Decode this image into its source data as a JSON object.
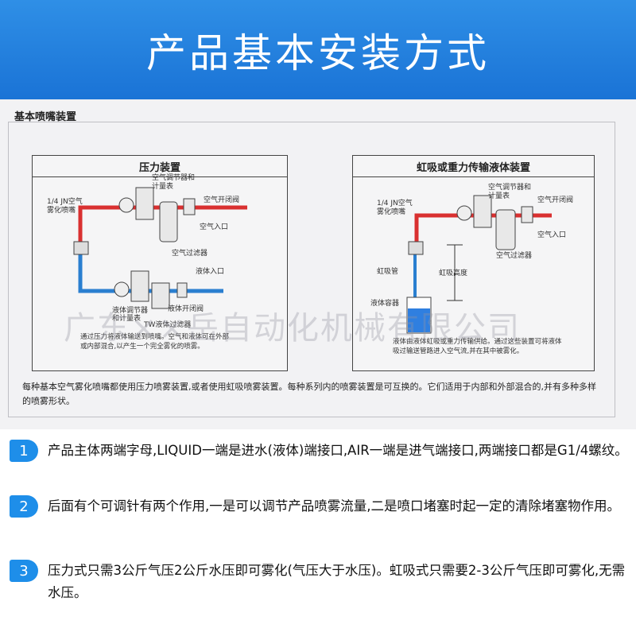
{
  "header": {
    "title": "产品基本安装方式"
  },
  "section": {
    "title": "基本喷嘴装置"
  },
  "panel_left": {
    "title": "压力装置",
    "label_nozzle": "1/4 JN空气",
    "label_nozzle2": "雾化喷嘴",
    "label_regulator": "空气调节器和",
    "label_regulator2": "计量表",
    "label_valve": "空气开闭阀",
    "label_air_in": "空气入口",
    "label_filter": "空气过滤器",
    "label_liquid_in": "液体入口",
    "label_liquid_valve": "液体开闭阀",
    "label_liquid_reg": "液体调节器",
    "label_liquid_reg2": "和计量表",
    "label_liquid_filter": "TW液体过滤器",
    "caption": "通过压力将液体输送到喷嘴。空气和液体可在外部或内部混合,以产生一个完全雾化的喷雾。"
  },
  "panel_right": {
    "title": "虹吸或重力传输液体装置",
    "label_nozzle": "1/4 JN空气",
    "label_nozzle2": "雾化喷嘴",
    "label_regulator": "空气调节器和",
    "label_regulator2": "计量表",
    "label_valve": "空气开闭阀",
    "label_air_in": "空气入口",
    "label_filter": "空气过滤器",
    "label_siphon": "虹吸管",
    "label_height": "虹吸高度",
    "label_container": "液体容器",
    "caption": "液体由液体虹吸或重力传输供给。通过这些装置可将液体吸过输送管路进入空气流,并在其中被雾化。"
  },
  "note": "每种基本空气雾化喷嘴都使用压力喷雾装置,或者使用虹吸喷雾装置。每种系列内的喷雾装置是可互换的。它们适用于内部和外部混合的,并有多种多样的喷雾形状。",
  "watermark": "广东××岳自动化机械有限公司",
  "items": [
    {
      "num": "1",
      "text": "产品主体两端字母,LIQUID一端是进水(液体)端接口,AIR一端是进气端接口,两端接口都是G1/4螺纹。"
    },
    {
      "num": "2",
      "text": "后面有个可调针有两个作用,一是可以调节产品喷雾流量,二是喷口堵塞时起一定的清除堵塞物作用。"
    },
    {
      "num": "3",
      "text": "压力式只需3公斤气压2公斤水压即可雾化(气压大于水压)。虹吸式只需要2-3公斤气压即可雾化,无需水压。"
    }
  ],
  "colors": {
    "banner": "#1a73d6",
    "air_line": "#d93030",
    "liquid_line": "#2a7fd0",
    "badge": "#1e8ee9"
  }
}
